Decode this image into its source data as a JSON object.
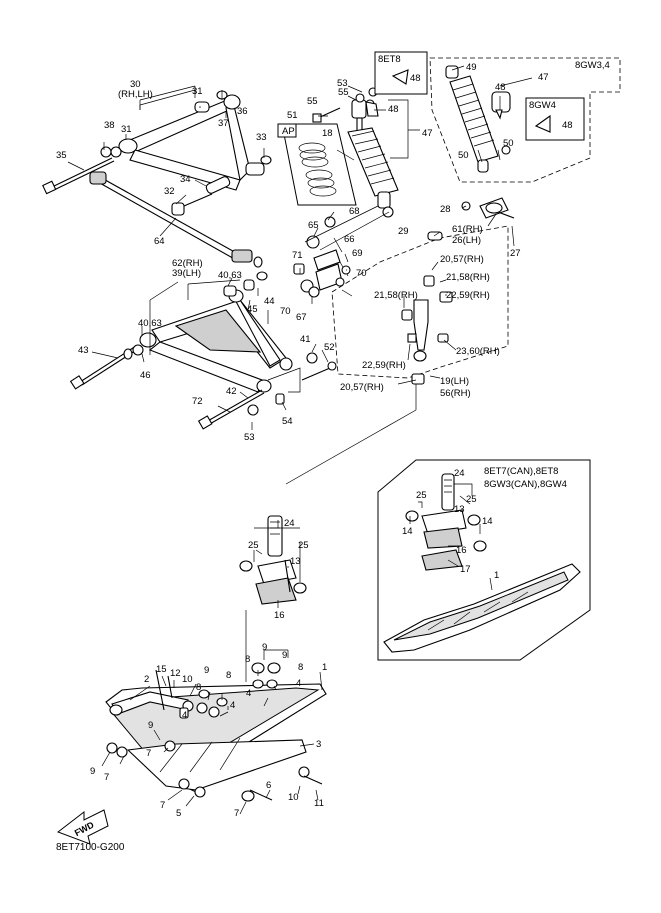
{
  "diagram_code": "8ET7100-G200",
  "fwd_label": "FWD",
  "variant_boxes": {
    "top_box_title": "8ET8",
    "top_box_part": "48",
    "right_box_title": "8GW3,4",
    "right_inner_title": "8GW4",
    "right_inner_part": "48",
    "ap_box_title": "AP",
    "ski_box_title_1": "8ET7(CAN),8ET8",
    "ski_box_title_2": "8GW3(CAN),8GW4"
  },
  "callouts": {
    "c30": "30",
    "c30b": "(RH,LH)",
    "c31a": "31",
    "c31b": "31",
    "c36": "36",
    "c37": "37",
    "c38": "38",
    "c33": "33",
    "c35": "35",
    "c34": "34",
    "c32": "32",
    "c64": "64",
    "c18": "18",
    "c51": "51",
    "c55a": "55",
    "c55b": "55",
    "c53": "53",
    "c48a": "48",
    "c47a": "47",
    "c49": "49",
    "c48b": "48",
    "c47b": "47",
    "c50a": "50",
    "c50b": "50",
    "c68": "68",
    "c65": "65",
    "c66": "66",
    "c69": "69",
    "c70a": "70",
    "c71": "71",
    "c62": "62(RH)",
    "c39": "39(LH)",
    "c40a": "40,63",
    "c44": "44",
    "c45": "45",
    "c70b": "70",
    "c67": "67",
    "c40b": "40,63",
    "c43": "43",
    "c46": "46",
    "c41": "41",
    "c52": "52",
    "c72": "72",
    "c42": "42",
    "c53b": "53",
    "c54": "54",
    "c28": "28",
    "c61": "61(RH)",
    "c26": "26(LH)",
    "c29": "29",
    "c27": "27",
    "c20a": "20,57(RH)",
    "c21a": "21,58(RH)",
    "c21b": "21,58(RH)",
    "c22a": "22,59(RH)",
    "c22b": "22,59(RH)",
    "c23": "23,60(RH)",
    "c20b": "20,57(RH)",
    "c19": "19(LH)",
    "c56": "56(RH)",
    "s24": "24",
    "s25a": "25",
    "s25b": "25",
    "s13": "13",
    "s16": "16",
    "k24": "24",
    "k25a": "25",
    "k25b": "25",
    "k13": "13",
    "k14a": "14",
    "k14b": "14",
    "k16": "16",
    "k17": "17",
    "k1": "1",
    "m9a": "9",
    "m8a": "8",
    "m9b": "9",
    "m8b": "8",
    "m4a": "4",
    "m4b": "4",
    "m1": "1",
    "m15": "15",
    "m12": "12",
    "m2": "2",
    "m10": "10",
    "m9c": "9",
    "m8c": "8",
    "m8d": "8",
    "m4c": "4",
    "m4d": "4",
    "m9d": "9",
    "m7a": "7",
    "m9e": "9",
    "m7b": "7",
    "m3": "3",
    "m7c": "7",
    "m5": "5",
    "m7d": "7",
    "m6": "6",
    "m10b": "10",
    "m11": "11"
  }
}
